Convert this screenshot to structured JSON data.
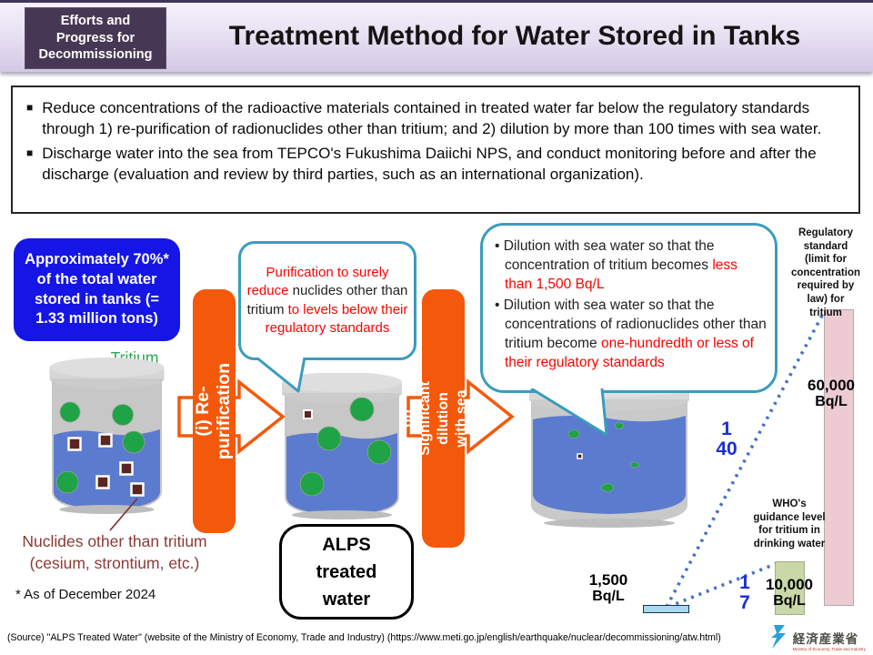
{
  "header": {
    "badge": "Efforts and\nProgress for\nDecommissioning",
    "title": "Treatment Method for Water Stored in Tanks"
  },
  "summary": {
    "marker": "■",
    "bullets": [
      "Reduce concentrations of the radioactive materials contained in treated water far below the regulatory standards through 1) re-purification of radionuclides other than tritium; and 2) dilution by more than 100 times with sea water.",
      "Discharge water into the sea from TEPCO's Fukushima Daiichi NPS, and conduct monitoring before and after the discharge (evaluation and review by third parties, such as an international organization)."
    ]
  },
  "diagram": {
    "tank_note": "Approximately 70%* of the total water stored in tanks (= 1.33 million tons)",
    "tritium_label": "Tritium",
    "nuclides_label": "Nuclides other than tritium\n(cesium, strontium, etc.)",
    "asof_note": "* As of December 2024",
    "step1_label": "(i) Re-purification",
    "step2_label": "(ii) Significant dilution\nwith sea water",
    "alps_label": "ALPS\ntreated\nwater",
    "bubble1": {
      "red1": "Purification to surely reduce ",
      "black1": "nuclides other than tritium ",
      "red2": "to levels below their regulatory standards"
    },
    "bubble2": {
      "item1_black": "• Dilution with sea water so that the concentration of tritium becomes ",
      "item1_red": "less than 1,500 Bq/L",
      "item2_black": "• Dilution with sea water so that the concentrations of radionuclides other than tritium become ",
      "item2_red": "one-hundredth or less of their regulatory standards"
    },
    "comparison": {
      "regulatory_label": "Regulatory\nstandard\n(limit for\nconcentration\nrequired by\nlaw) for\ntritium",
      "regulatory_value": "60,000",
      "regulatory_unit": "Bq/L",
      "who_label": "WHO's\nguidance level\nfor tritium in\ndrinking water",
      "who_value": "10,000",
      "who_unit": "Bq/L",
      "discharge_value": "1,500",
      "discharge_unit": "Bq/L",
      "ratio_regulatory_num": "1",
      "ratio_regulatory_den": "40",
      "ratio_who_num": "1",
      "ratio_who_den": "7"
    }
  },
  "footer": {
    "source": "(Source) \"ALPS Treated Water\" (website of the Ministry of Economy, Trade and Industry) (https://www.meti.go.jp/english/earthquake/nuclear/decommissioning/atw.html)",
    "meti_name": "経済産業省",
    "meti_subtitle": "Ministry of Economy, Trade and Industry"
  },
  "colors": {
    "accent_orange": "#f4590b",
    "callout_blue": "#1515e6",
    "bubble_border_teal": "#3a9cbd",
    "highlight_red": "#ff0000",
    "nuclide_maroon": "#8b3a36",
    "tritium_green": "#2ba84f",
    "water_blue": "#5b7bce",
    "ratio_blue": "#1b2fd0",
    "bar_pink": "#ecccd2",
    "bar_green": "#c9d8a6",
    "bar_lightblue": "#a8d8f0"
  }
}
